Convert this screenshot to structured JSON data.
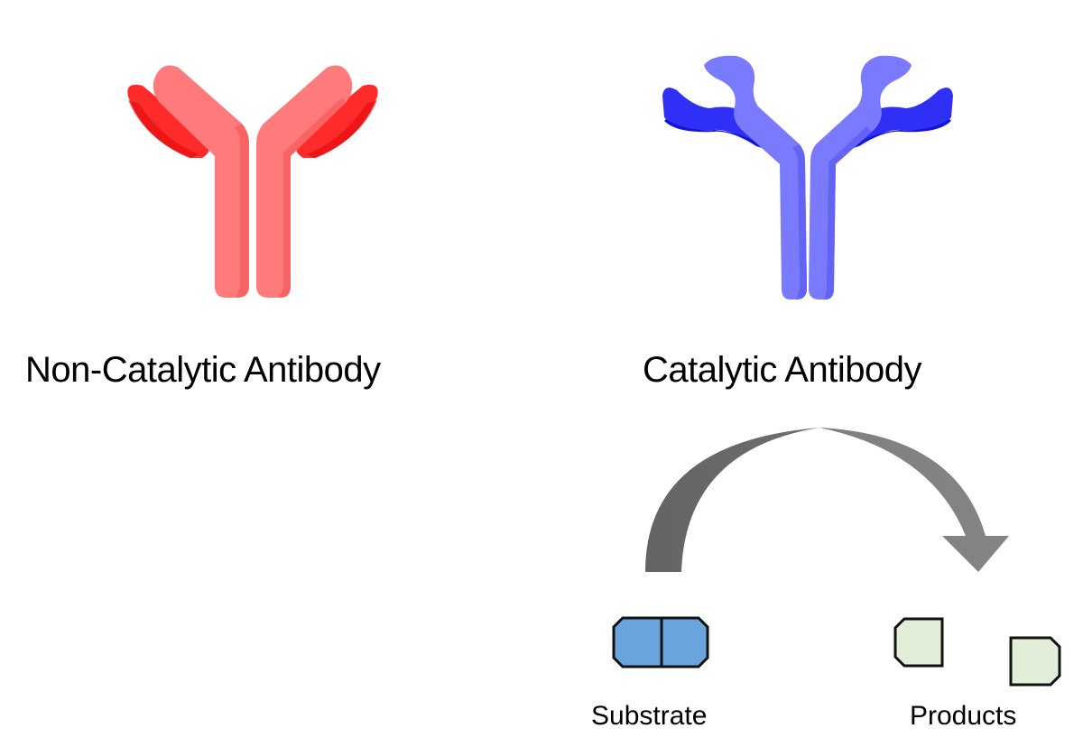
{
  "diagram": {
    "left_panel": {
      "title": "Non-Catalytic Antibody",
      "icon": "antibody-icon",
      "colors": {
        "heavy_chain": "#ff7b7b",
        "heavy_chain_shade": "#f86464",
        "light_chain": "#ff2a2a",
        "light_chain_shade": "#e00a0a"
      }
    },
    "right_panel": {
      "title": "Catalytic Antibody",
      "icon": "catalytic-antibody-icon",
      "colors": {
        "heavy_chain": "#7a7aff",
        "heavy_chain_shade": "#6464f4",
        "light_chain": "#2f2ff5",
        "light_chain_shade": "#1414d8"
      }
    },
    "reaction": {
      "arrow_icon": "curved-arrow-icon",
      "arrow_colors": {
        "start": "#646464",
        "end": "#848484"
      },
      "substrate": {
        "label": "Substrate",
        "fill": "#6aa4dc",
        "stroke": "#111111"
      },
      "products": {
        "label": "Products",
        "fill": "#e2eed8",
        "stroke": "#111111"
      }
    }
  }
}
